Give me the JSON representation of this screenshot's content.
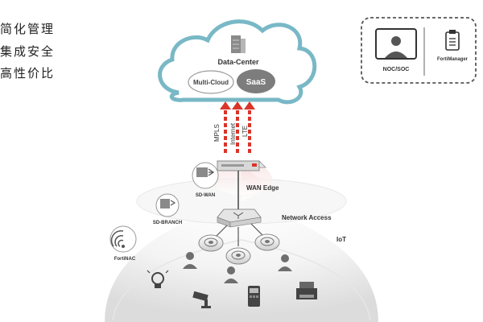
{
  "slogans": [
    "简化管理",
    "集成安全",
    "高性价比"
  ],
  "cloud": {
    "data_center_label": "Data-Center",
    "multi_cloud_label": "Multi-Cloud",
    "saas_label": "SaaS"
  },
  "links": {
    "mpls_label": "MPLS",
    "internet_label": "Internet",
    "lte_label": "LTE"
  },
  "labels": {
    "wan_edge": "WAN Edge",
    "sd_wan": "SD-WAN",
    "sd_branch": "SD-BRANCH",
    "network_access": "Network Access",
    "iot": "IoT",
    "fortinac": "FortiNAC"
  },
  "management": {
    "noc_soc_label": "NOC/SOC",
    "fortimanager_label": "FortiManager"
  },
  "colors": {
    "cloud_stroke": "#79b8c6",
    "arrow_red": "#d9352a",
    "icon_dark": "#555555"
  }
}
